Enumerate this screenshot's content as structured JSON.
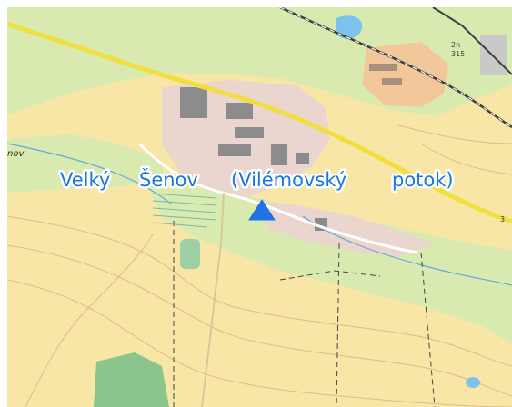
{
  "map": {
    "station_label": {
      "words": [
        "Velký",
        "Šenov",
        "(Vilémovský",
        "potok)"
      ]
    },
    "marker": {
      "icon": "station-triangle-icon",
      "color": "#1e74e6"
    },
    "place_labels": {
      "left_edge": "nov",
      "top_right_number_1": "2n",
      "top_right_number_2": "315",
      "right_road_label": "3"
    },
    "colors": {
      "terrain": "#f7e6a6",
      "forest": "#d9eab0",
      "built_up": "#ead6cf",
      "building": "#8c8c8c",
      "industrial": "#f2c89a",
      "water": "#7cc2ea",
      "contour": "#e0b98b",
      "main_road": "#f1de3f",
      "railway": "#3e3e3e",
      "label_text": "#1877e0"
    }
  }
}
